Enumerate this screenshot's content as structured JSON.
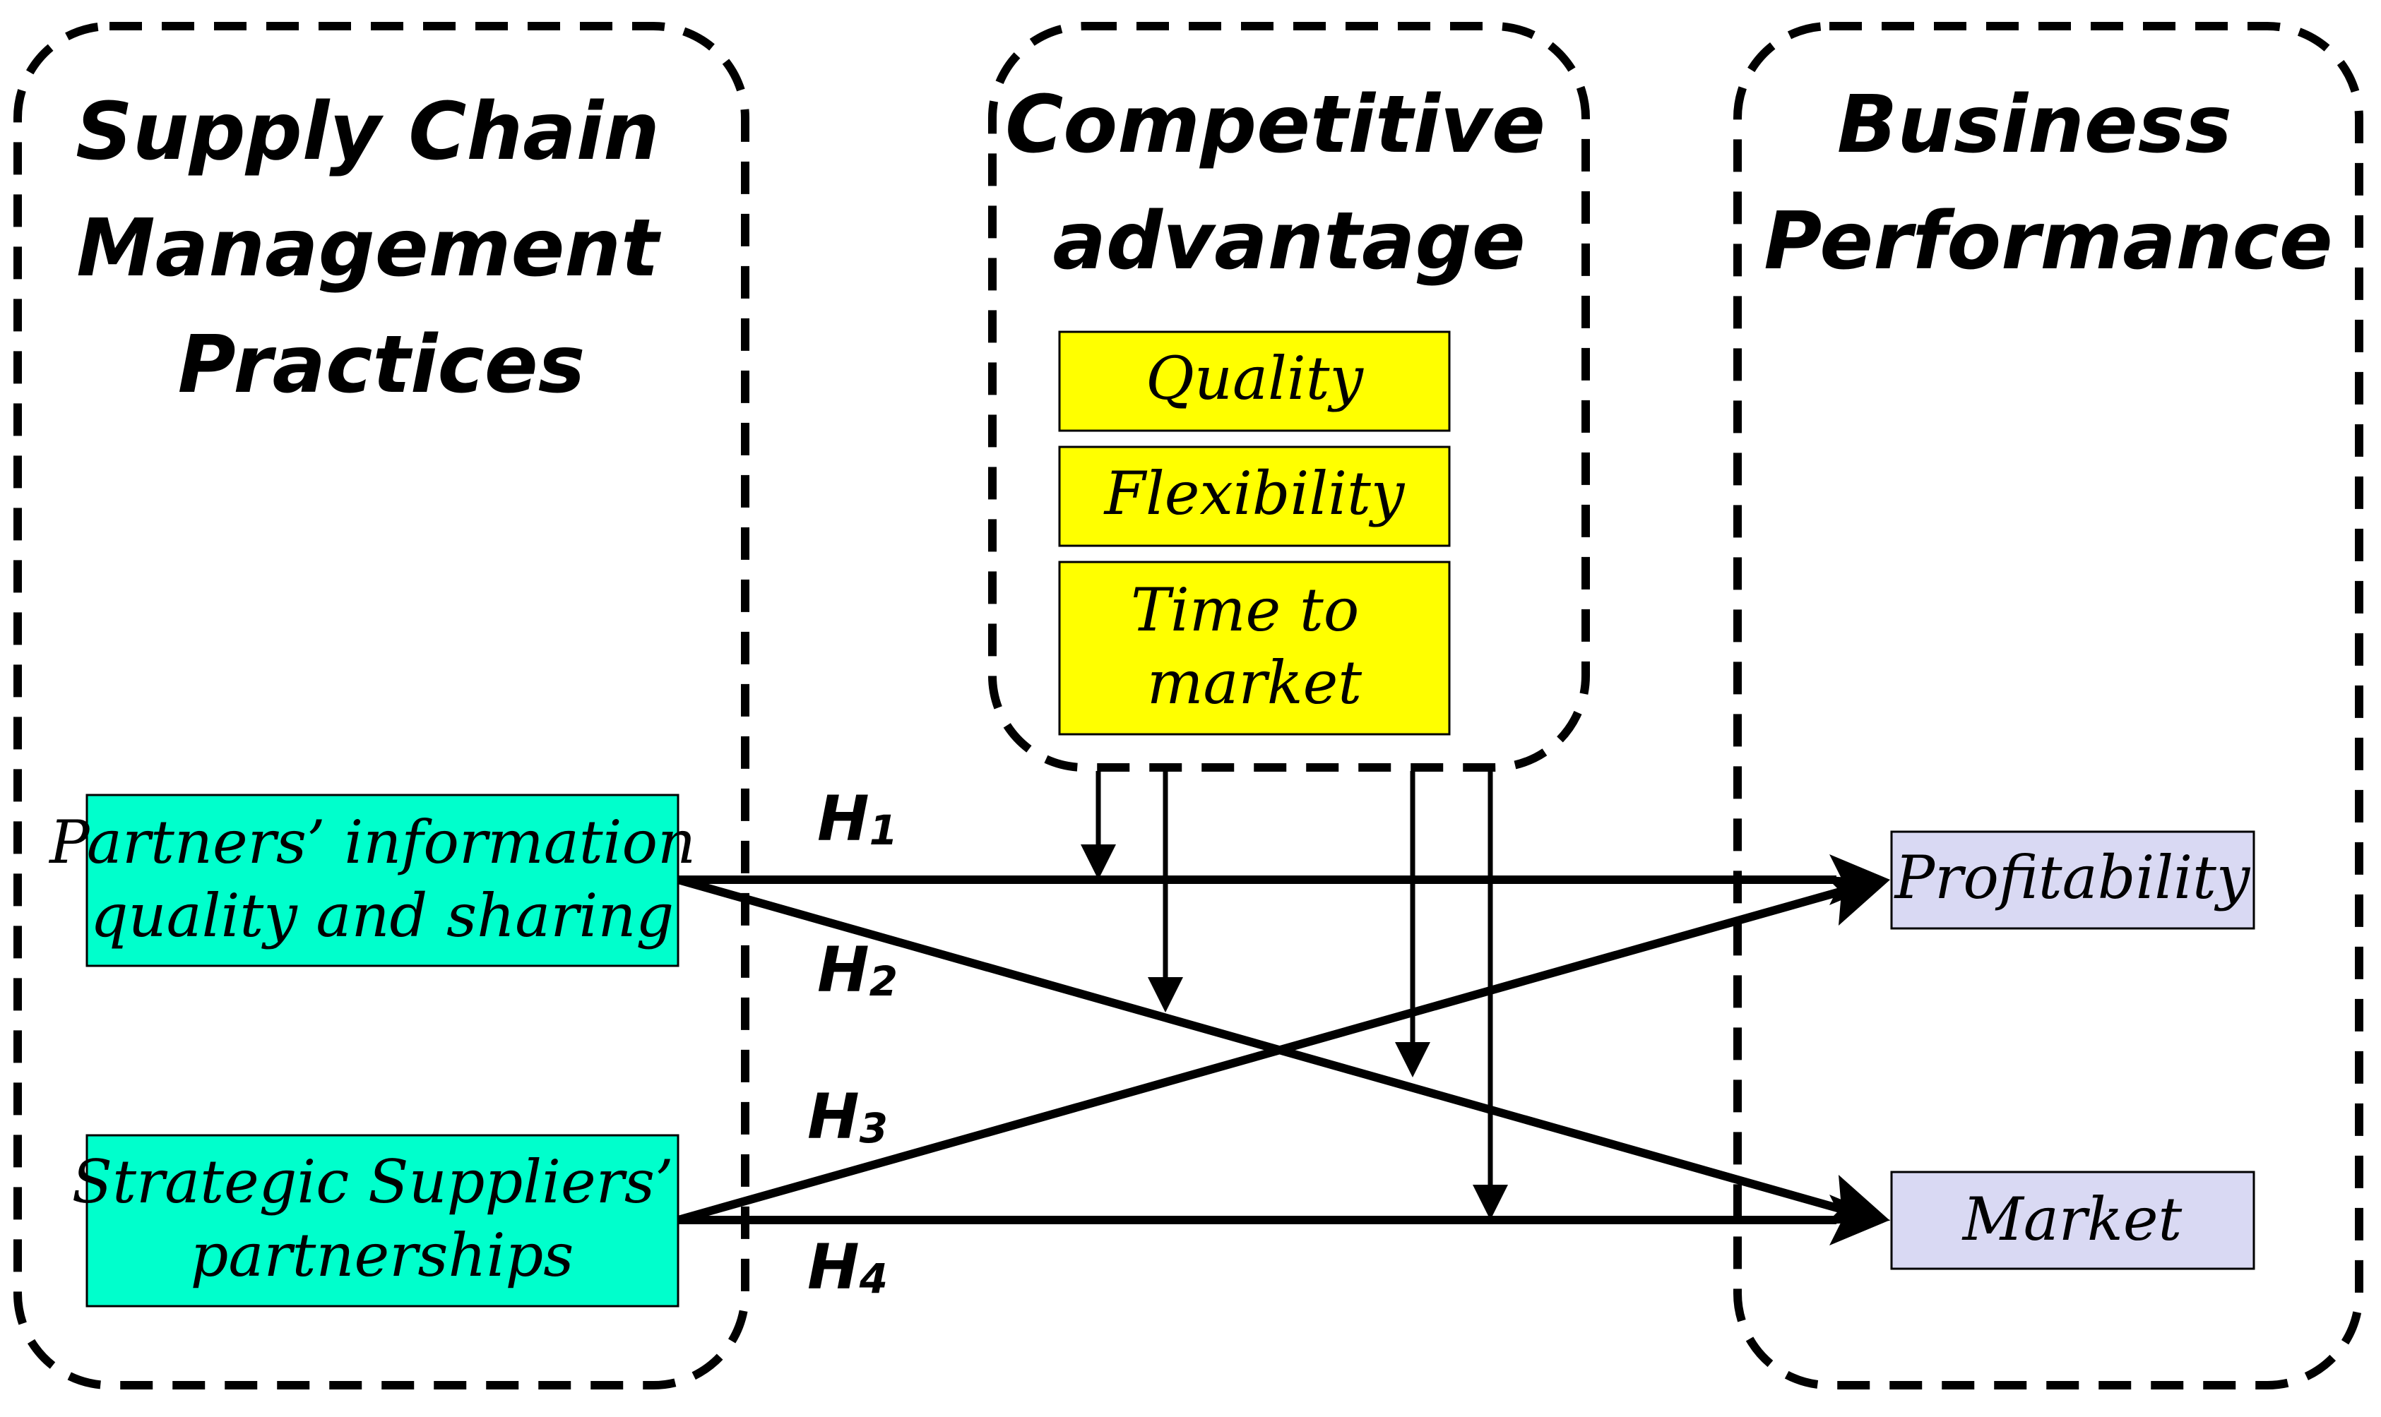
{
  "colors": {
    "independent_fill": "#00FFCC",
    "moderator_fill": "#FFFF00",
    "outcome_fill": "#D9D9F3",
    "stroke": "#000000"
  },
  "sections": {
    "scm": {
      "title_lines": [
        "Supply Chain",
        "Management",
        "Practices"
      ]
    },
    "competitive": {
      "title_lines": [
        "Competitive",
        "advantage"
      ]
    },
    "business": {
      "title_lines": [
        "Business",
        "Performance"
      ]
    }
  },
  "constructs": {
    "partners": {
      "lines": [
        "Partners’ information",
        "quality and sharing"
      ]
    },
    "strategic": {
      "lines": [
        "Strategic Suppliers’",
        "partnerships"
      ]
    },
    "quality": {
      "lines": [
        "Quality"
      ]
    },
    "flexibility": {
      "lines": [
        "Flexibility"
      ]
    },
    "time": {
      "lines": [
        "Time to",
        "market"
      ]
    },
    "profitability": {
      "lines": [
        "Profitability"
      ]
    },
    "market": {
      "lines": [
        "Market"
      ]
    }
  },
  "hypotheses": [
    {
      "base": "H",
      "sub": "1"
    },
    {
      "base": "H",
      "sub": "2"
    },
    {
      "base": "H",
      "sub": "3"
    },
    {
      "base": "H",
      "sub": "4"
    }
  ]
}
